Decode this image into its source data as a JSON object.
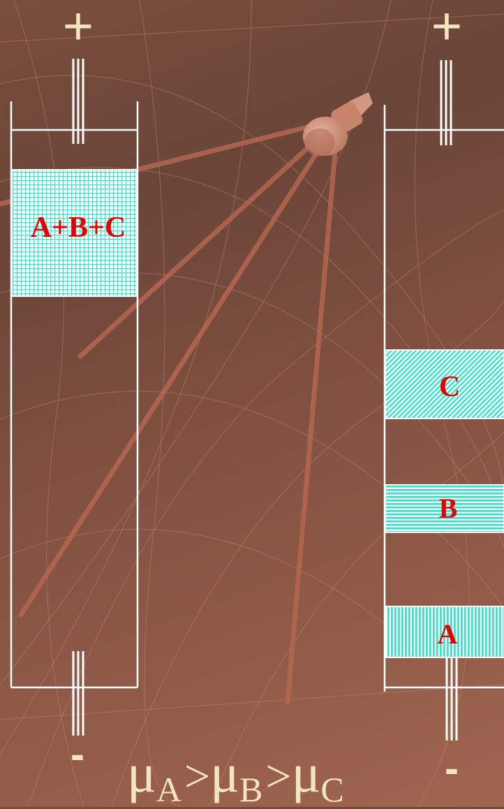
{
  "colors": {
    "band_fill": "#3fe0cc",
    "label": "#e30000",
    "sign": "#f3e6bf",
    "wall": "#ffffff"
  },
  "left_column": {
    "top_sign": "+",
    "bottom_sign": "-",
    "band_label": "A+B+C"
  },
  "right_column": {
    "top_sign": "+",
    "bottom_sign": "-",
    "bands": [
      {
        "label": "C",
        "pattern": "diagonal"
      },
      {
        "label": "B",
        "pattern": "horizontal"
      },
      {
        "label": "A",
        "pattern": "vertical"
      }
    ]
  },
  "formula": {
    "symbol": "μ",
    "sub_a": "A",
    "op1": ">",
    "sub_b": "B",
    "op2": ">",
    "sub_c": "C"
  }
}
